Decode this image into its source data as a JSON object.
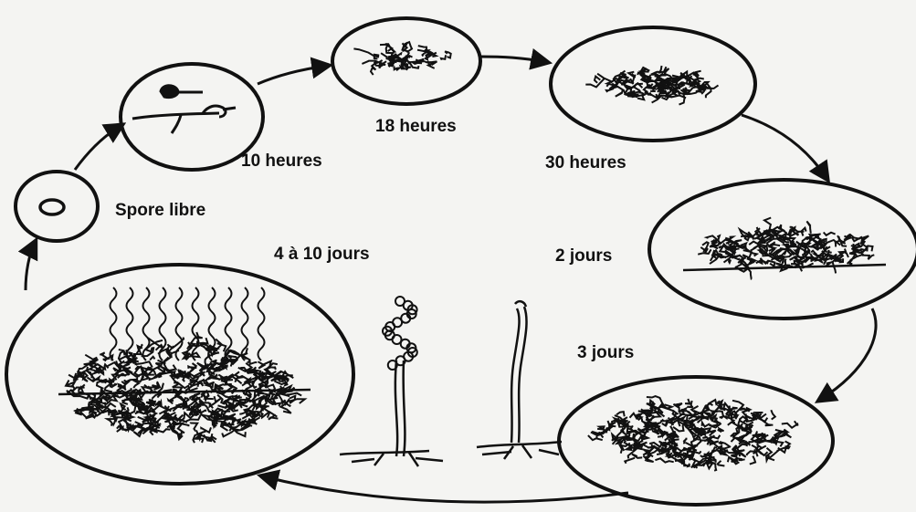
{
  "diagram": {
    "stages": [
      {
        "id": "spore",
        "label": "Spore libre"
      },
      {
        "id": "h10",
        "label": "10 heures"
      },
      {
        "id": "h18",
        "label": "18 heures"
      },
      {
        "id": "h30",
        "label": "30 heures"
      },
      {
        "id": "d2",
        "label": "2 jours"
      },
      {
        "id": "d3",
        "label": "3 jours"
      },
      {
        "id": "d4to10",
        "label": "4 à 10 jours"
      }
    ],
    "colors": {
      "ink": "#111111",
      "background": "#f4f4f2"
    }
  }
}
